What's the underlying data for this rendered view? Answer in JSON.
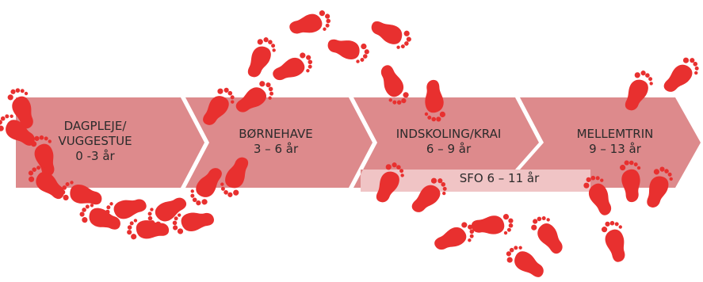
{
  "colors": {
    "band": "#dd8a8c",
    "band_shade": "#d27d80",
    "sfo_band": "#f0c4c5",
    "footprint": "#e8302f",
    "text": "#2b2b2b"
  },
  "stages": [
    {
      "title": "DAGPLEJE/",
      "subtitle": "VUGGESTUE",
      "age": "0 -3 år"
    },
    {
      "title": "BØRNEHAVE",
      "age": "3 – 6 år"
    },
    {
      "title": "INDSKOLING/KRAI",
      "age": "6 – 9 år"
    },
    {
      "title": "MELLEMTRIN",
      "age": "9 – 13 år"
    }
  ],
  "sfo": {
    "label": "SFO 6 – 11 år"
  },
  "decoration": {
    "icon": "footprint-icon"
  }
}
